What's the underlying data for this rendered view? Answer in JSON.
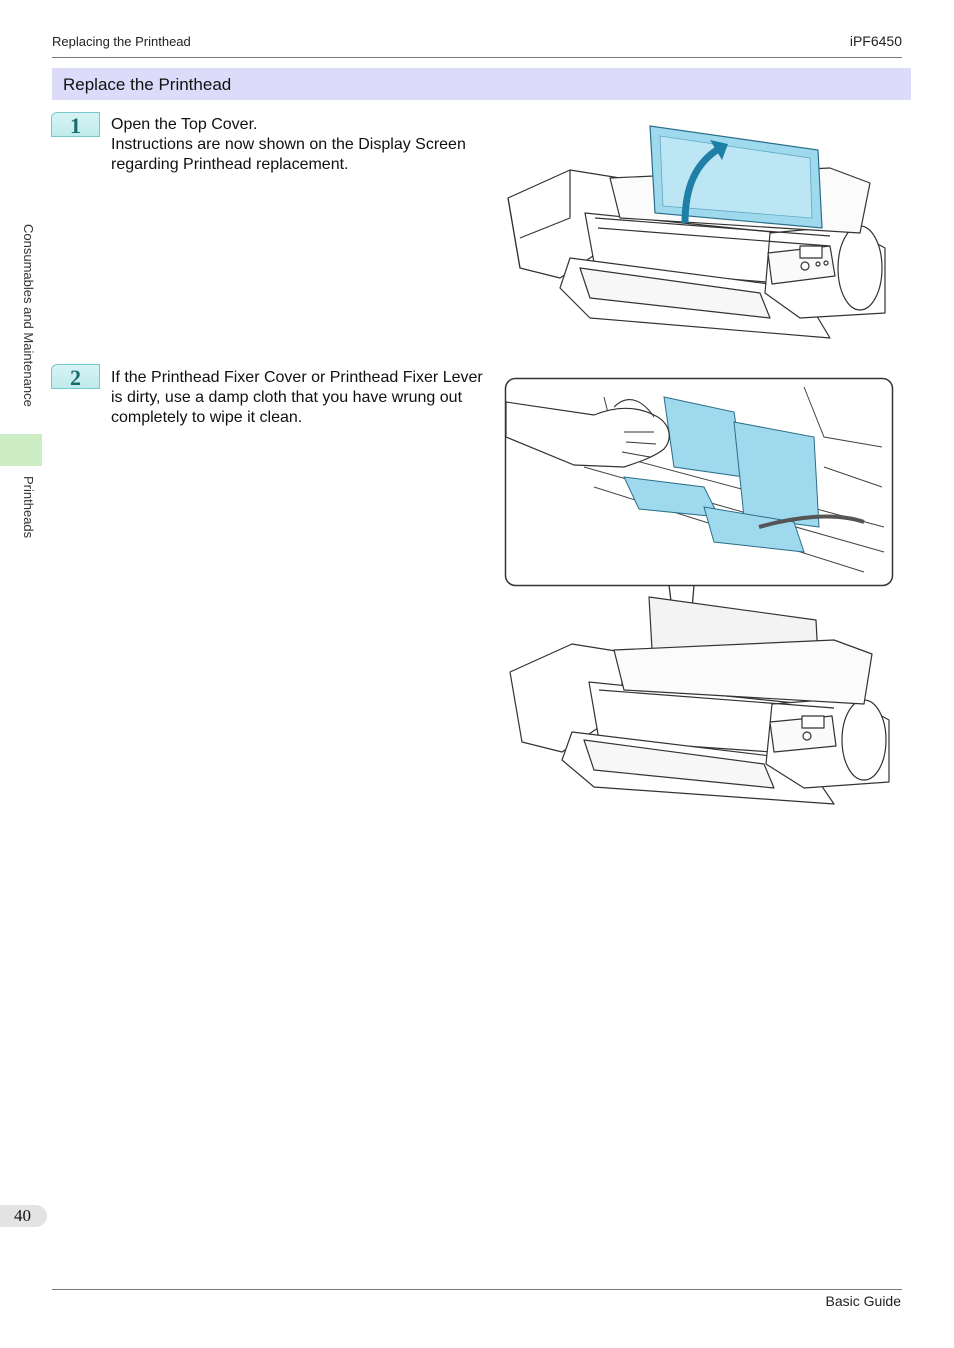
{
  "header": {
    "running_title": "Replacing the Printhead",
    "model": "iPF6450"
  },
  "section": {
    "title": "Replace the Printhead"
  },
  "side_tabs": {
    "chapter": "Consumables and Maintenance",
    "subchapter": "Printheads"
  },
  "steps": [
    {
      "number": "1",
      "lines": [
        "Open the Top Cover.",
        "Instructions are now shown on the Display Screen regarding Printhead replacement."
      ]
    },
    {
      "number": "2",
      "lines": [
        "If the Printhead Fixer Cover or Printhead Fixer Lever is dirty, use a damp cloth that you have wrung out completely to wipe it clean."
      ]
    }
  ],
  "footer": {
    "page_number": "40",
    "guide_name": "Basic Guide"
  },
  "colors": {
    "section_bar": "#dcdcfa",
    "side_highlight": "#cdeec5",
    "step_badge": "#bfeaec",
    "cover_blue": "#9fd9ee"
  }
}
